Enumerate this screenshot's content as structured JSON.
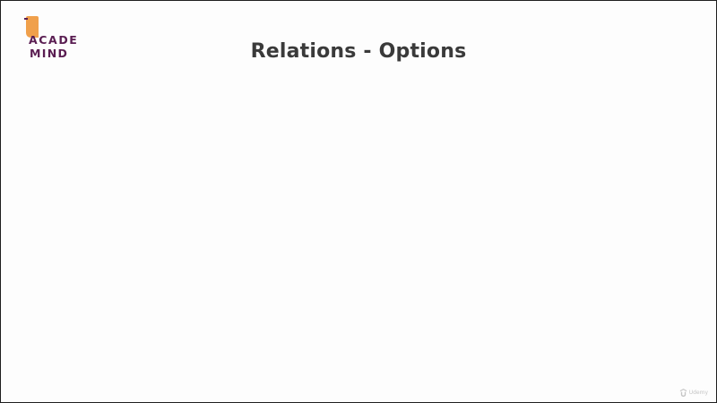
{
  "slide": {
    "title": "Relations - Options"
  },
  "logo": {
    "line1": "ACADE",
    "line2": "MIND",
    "mark_color": "#f0a04b",
    "text_color": "#5a1e52"
  },
  "watermark": {
    "icon": "udemy-logo-icon",
    "text": "Udemy"
  }
}
